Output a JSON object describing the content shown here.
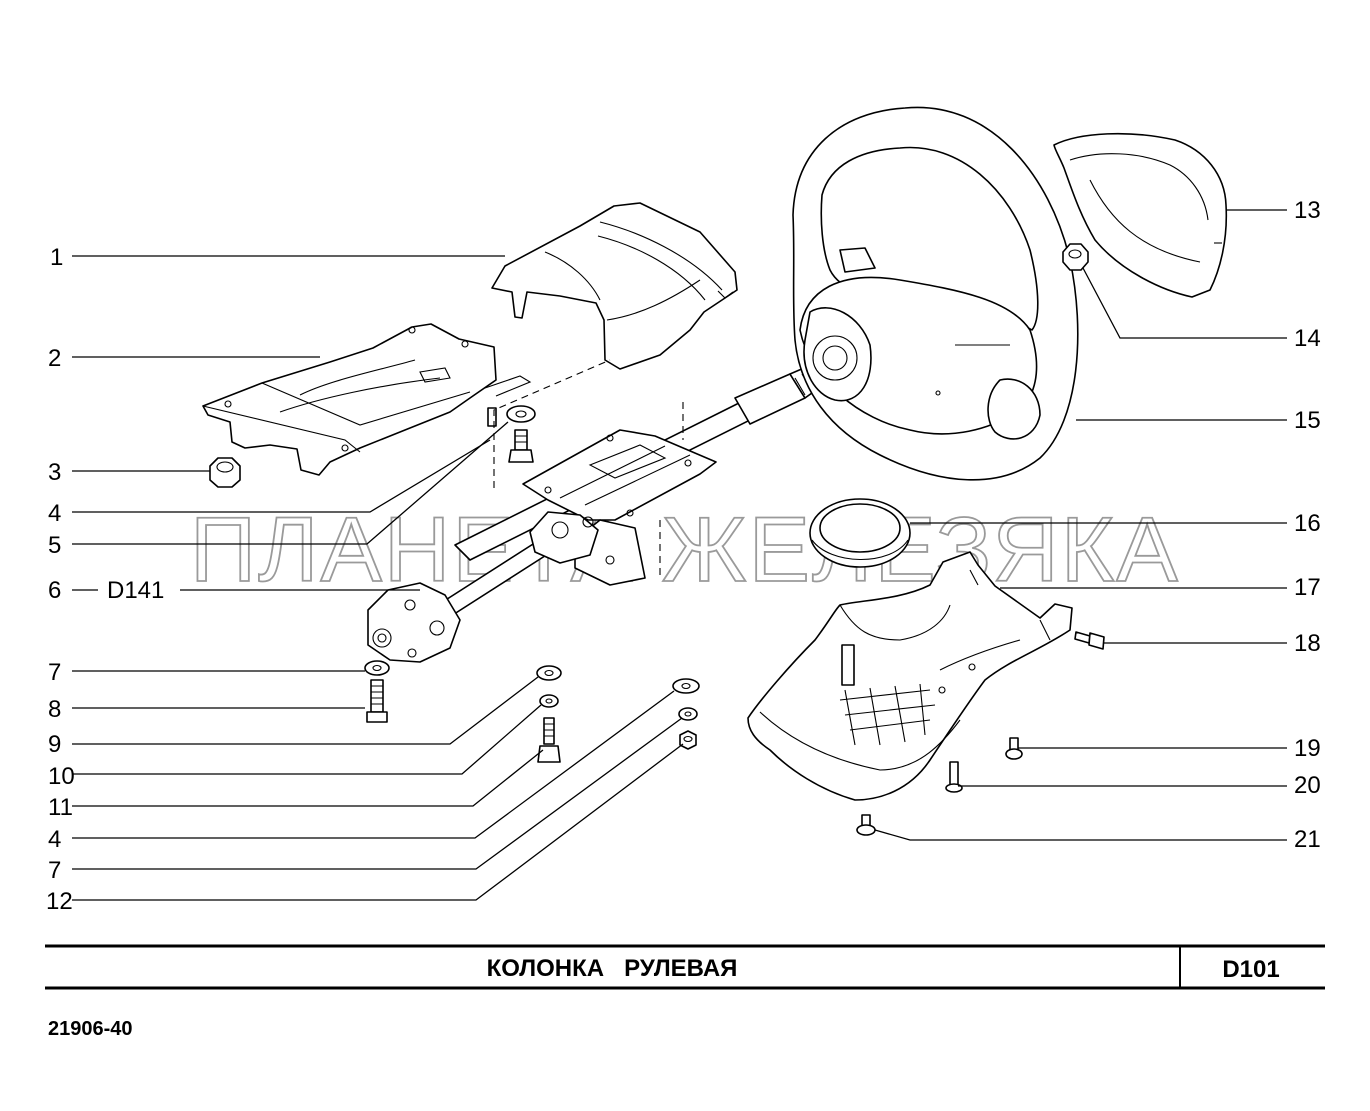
{
  "drawing": {
    "title": "КОЛОНКА   РУЛЕВАЯ",
    "code": "D101",
    "model": "21906-40",
    "watermark": "ПЛАНЕТА ЖЕЛЕЗЯКА"
  },
  "left_callouts": [
    {
      "num": "1"
    },
    {
      "num": "2"
    },
    {
      "num": "3"
    },
    {
      "num": "4"
    },
    {
      "num": "5"
    },
    {
      "num": "6",
      "ref": "D141"
    },
    {
      "num": "7"
    },
    {
      "num": "8"
    },
    {
      "num": "9"
    },
    {
      "num": "10"
    },
    {
      "num": "11"
    },
    {
      "num": "4"
    },
    {
      "num": "7"
    },
    {
      "num": "12"
    }
  ],
  "right_callouts": [
    {
      "num": "13"
    },
    {
      "num": "14"
    },
    {
      "num": "15"
    },
    {
      "num": "16"
    },
    {
      "num": "17"
    },
    {
      "num": "18"
    },
    {
      "num": "19"
    },
    {
      "num": "20"
    },
    {
      "num": "21"
    }
  ]
}
